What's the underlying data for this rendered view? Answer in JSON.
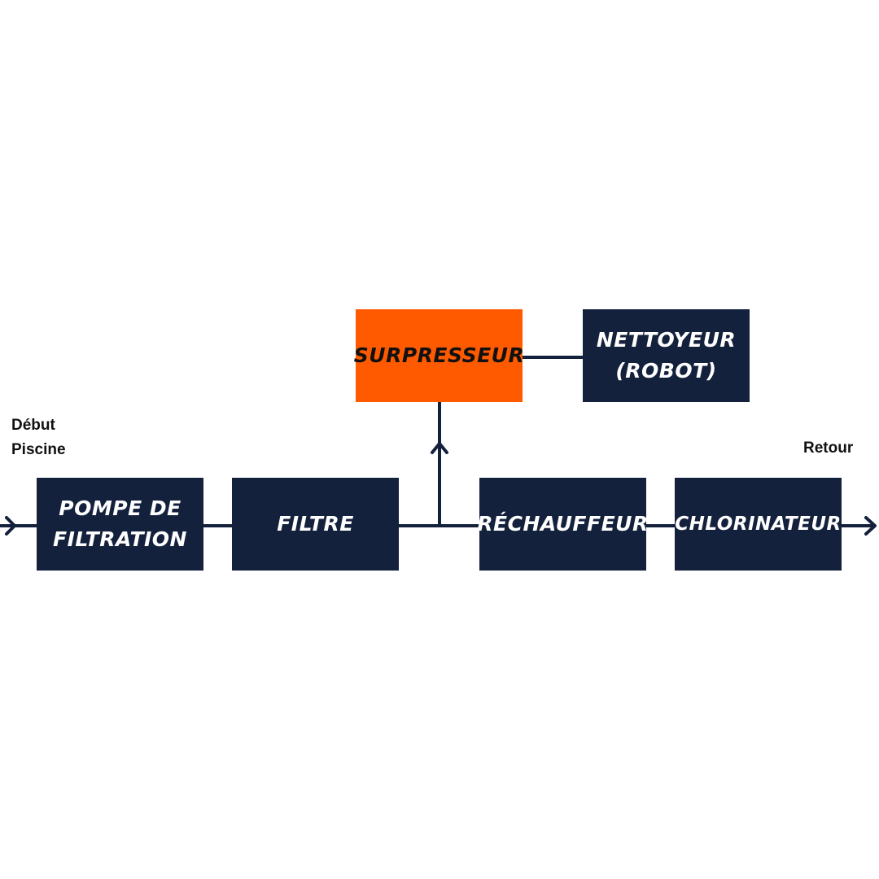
{
  "colors": {
    "box": "#14213d",
    "highlight": "#ff5a00",
    "line": "#14213d",
    "text_on_box": "#ffffff"
  },
  "labels": {
    "start_line1": "Début",
    "start_line2": "Piscine",
    "end": "Retour"
  },
  "nodes": {
    "pompe": "POMPE DE\nFILTRATION",
    "filtre": "FILTRE",
    "surpresseur": "SURPRESSEUR",
    "nettoyeur": "NETTOYEUR\n(ROBOT)",
    "rechauffeur": "RÉCHAUFFEUR",
    "chlorinateur": "CHLORINATEUR"
  }
}
